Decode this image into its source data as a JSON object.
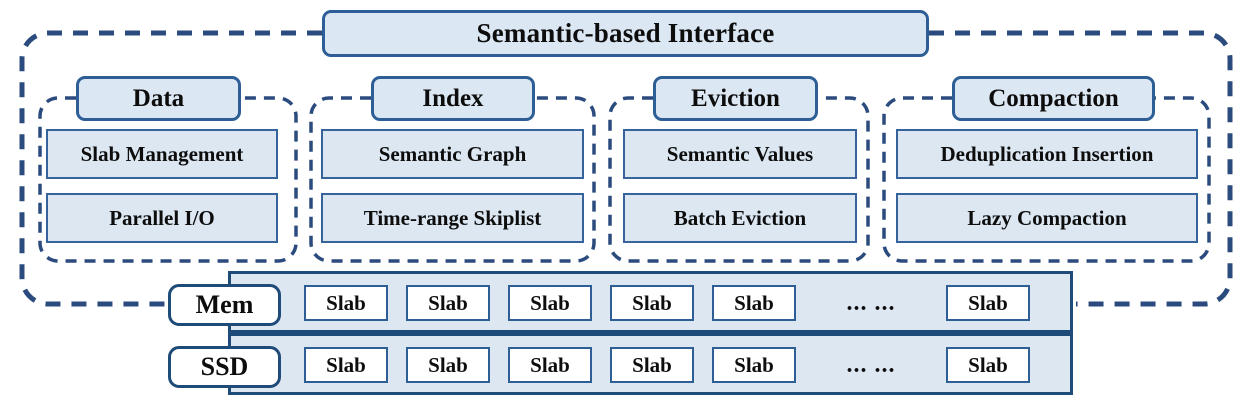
{
  "diagram": {
    "title": "Semantic-based Interface",
    "outer_boundary_style": "dashed",
    "colors": {
      "box_fill": "#dce7f2",
      "box_border": "#36639b",
      "header_fill": "#dbe7f3",
      "header_border": "#2e5e96",
      "band_fill": "#dce7f1",
      "band_border": "#1f4b78",
      "dash_stroke": "#2b4b7e",
      "text": "#0d0d0d",
      "tier_fill": "#ffffff",
      "slab_fill": "#ffffff"
    }
  },
  "groups": [
    {
      "id": "data",
      "header": "Data",
      "items": [
        "Slab Management",
        "Parallel I/O"
      ]
    },
    {
      "id": "index",
      "header": "Index",
      "items": [
        "Semantic Graph",
        "Time-range Skiplist"
      ]
    },
    {
      "id": "eviction",
      "header": "Eviction",
      "items": [
        "Semantic Values",
        "Batch Eviction"
      ]
    },
    {
      "id": "compaction",
      "header": "Compaction",
      "items": [
        "Deduplication Insertion",
        "Lazy Compaction"
      ]
    }
  ],
  "storage": {
    "tiers": [
      {
        "id": "mem",
        "label": "Mem",
        "slabs": [
          "Slab",
          "Slab",
          "Slab",
          "Slab",
          "Slab",
          "Slab"
        ],
        "ellipsis": "... ...",
        "ellipsis_after_index": 4
      },
      {
        "id": "ssd",
        "label": "SSD",
        "slabs": [
          "Slab",
          "Slab",
          "Slab",
          "Slab",
          "Slab",
          "Slab"
        ],
        "ellipsis": "... ...",
        "ellipsis_after_index": 4
      }
    ]
  }
}
